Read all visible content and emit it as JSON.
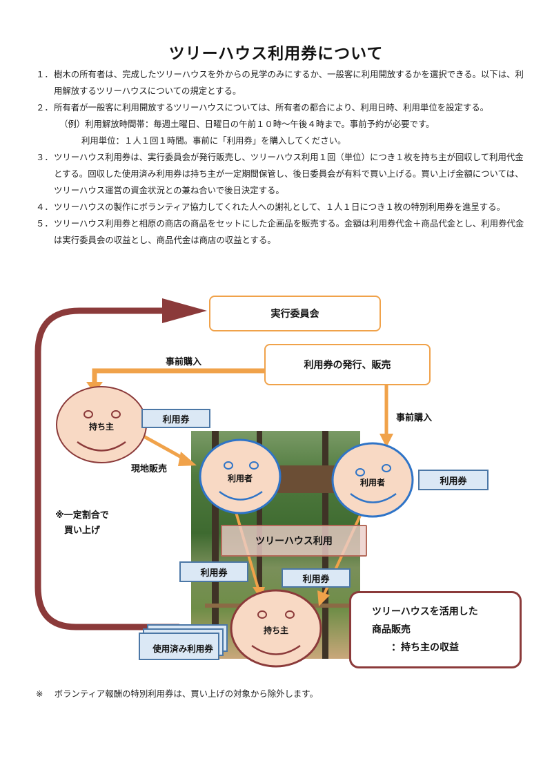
{
  "title": "ツリーハウス利用券について",
  "items": [
    {
      "num": "１．",
      "text": "樹木の所有者は、完成したツリーハウスを外からの見学のみにするか、一般客に利用開放するかを選択できる。以下は、利用解放するツリーハウスについての規定とする。"
    },
    {
      "num": "２．",
      "text": "所有者が一般客に利用開放するツリーハウスについては、所有者の都合により、利用日時、利用単位を設定する。"
    },
    {
      "num": "３．",
      "text": "ツリーハウス利用券は、実行委員会が発行販売し、ツリーハウス利用１回（単位）につき１枚を持ち主が回収して利用代金とする。回収した使用済み利用券は持ち主が一定期間保管し、後日委員会が有料で買い上げる。買い上げ金額については、ツリーハウス運営の資金状況との兼ね合いで後日決定する。"
    },
    {
      "num": "４．",
      "text": "ツリーハウスの製作にボランティア協力してくれた人への謝礼として、１人１日につき１枚の特別利用券を進呈する。"
    },
    {
      "num": "５．",
      "text": "ツリーハウス利用券と相原の商店の商品をセットにした企画品を販売する。金額は利用券代金＋商品代金とし、利用券代金は実行委員会の収益とし、商品代金は商店の収益とする。"
    }
  ],
  "example": {
    "line1": "（例）利用解放時間帯：毎週土曜日、日曜日の午前１０時～午後４時まで。事前予約が必要です。",
    "line2": "利用単位：１人１回１時間。事前に「利用券」を購入してください。"
  },
  "diagram": {
    "committee": "実行委員会",
    "issue_sale": "利用券の発行、販売",
    "advance_purchase_left": "事前購入",
    "advance_purchase_right": "事前購入",
    "onsite_sale": "現地販売",
    "owner_top": "持ち主",
    "user_left": "利用者",
    "user_right": "利用者",
    "owner_bottom": "持ち主",
    "ticket": "利用券",
    "treehouse_use": "ツリーハウス利用",
    "used_tickets": "使用済み利用券",
    "buyback_line1": "※一定割合で",
    "buyback_line2": "買い上げ",
    "product_line1": "ツリーハウスを活用した",
    "product_line2": "商品販売",
    "product_line3": "：持ち主の収益"
  },
  "footnote": "※　 ボランティア報酬の特別利用券は、買い上げの対象から除外します。",
  "colors": {
    "orange": "#f0a24a",
    "dark_red": "#8b3a3a",
    "face_fill": "#f8d9c4",
    "blue": "#2f74c7",
    "ticket_fill": "#dbe8f5"
  }
}
